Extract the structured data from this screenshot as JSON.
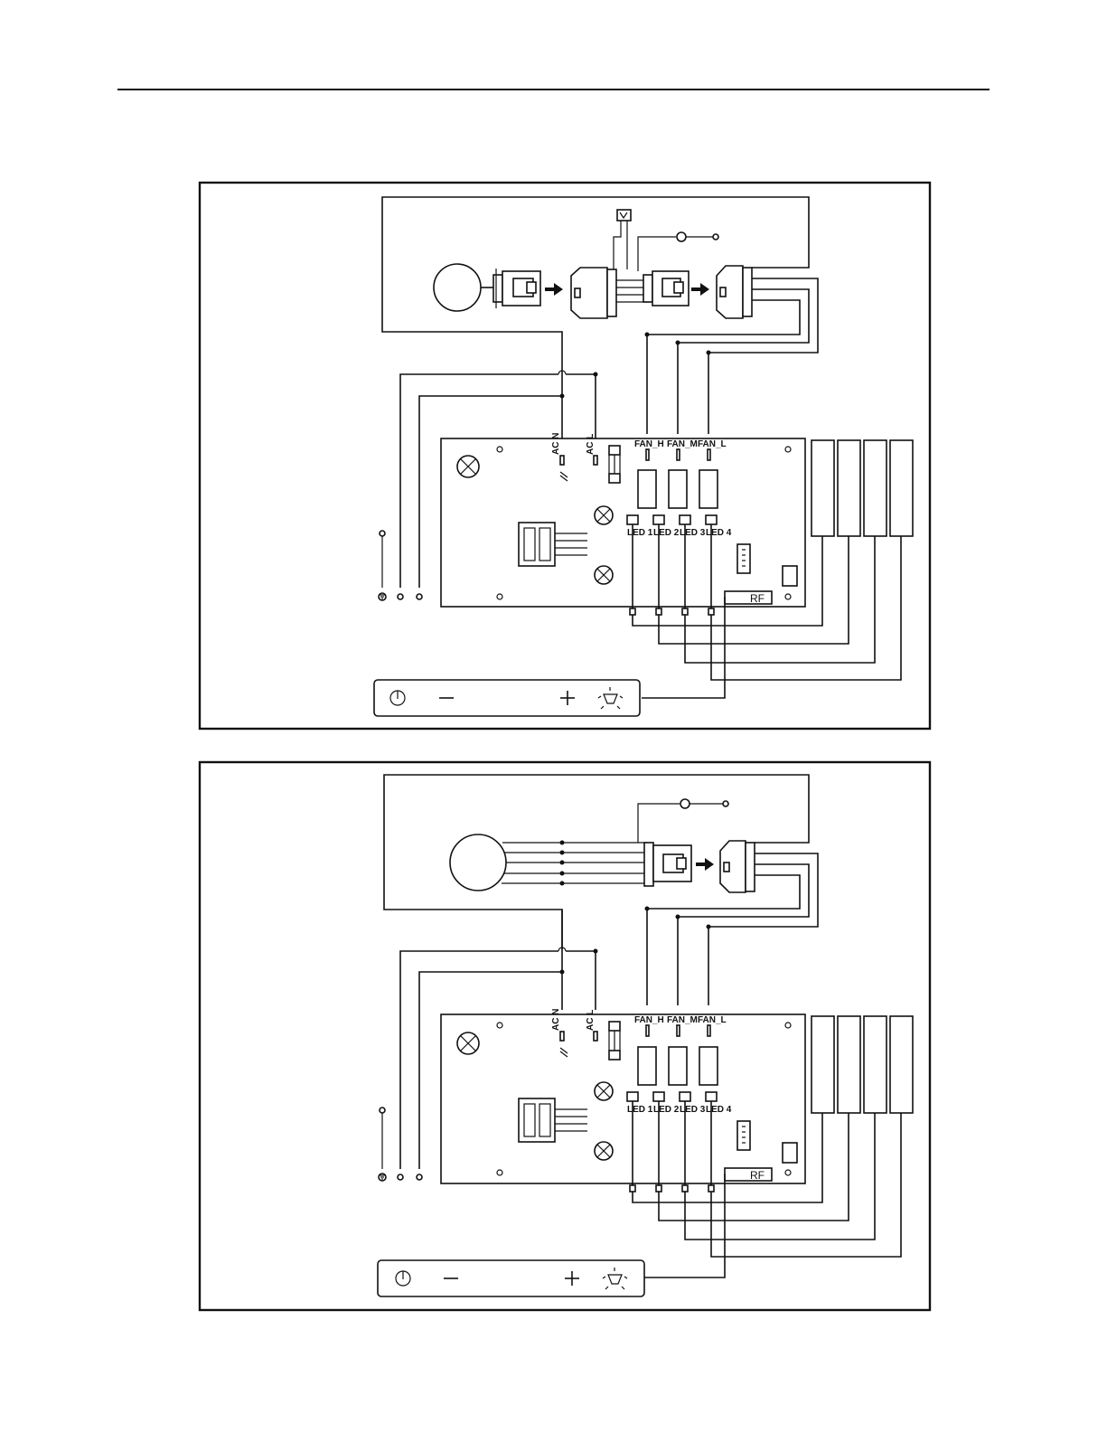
{
  "diagrams": [
    {
      "board_labels": {
        "ac_n": "AC N",
        "ac_l": "AC L",
        "fan_h": "FAN_H",
        "fan_m": "FAN_M",
        "fan_l": "FAN_L",
        "led1": "LED 1",
        "led2": "LED 2",
        "led3": "LED 3",
        "led4": "LED 4",
        "rf": "RF"
      },
      "control_panel": [
        "power-icon",
        "minus-icon",
        "plus-icon",
        "light-icon"
      ]
    },
    {
      "board_labels": {
        "ac_n": "AC N",
        "ac_l": "AC L",
        "fan_h": "FAN_H",
        "fan_m": "FAN_M",
        "fan_l": "FAN_L",
        "led1": "LED 1",
        "led2": "LED 2",
        "led3": "LED 3",
        "led4": "LED 4",
        "rf": "RF"
      },
      "control_panel": [
        "power-icon",
        "minus-icon",
        "plus-icon",
        "light-icon"
      ]
    }
  ]
}
